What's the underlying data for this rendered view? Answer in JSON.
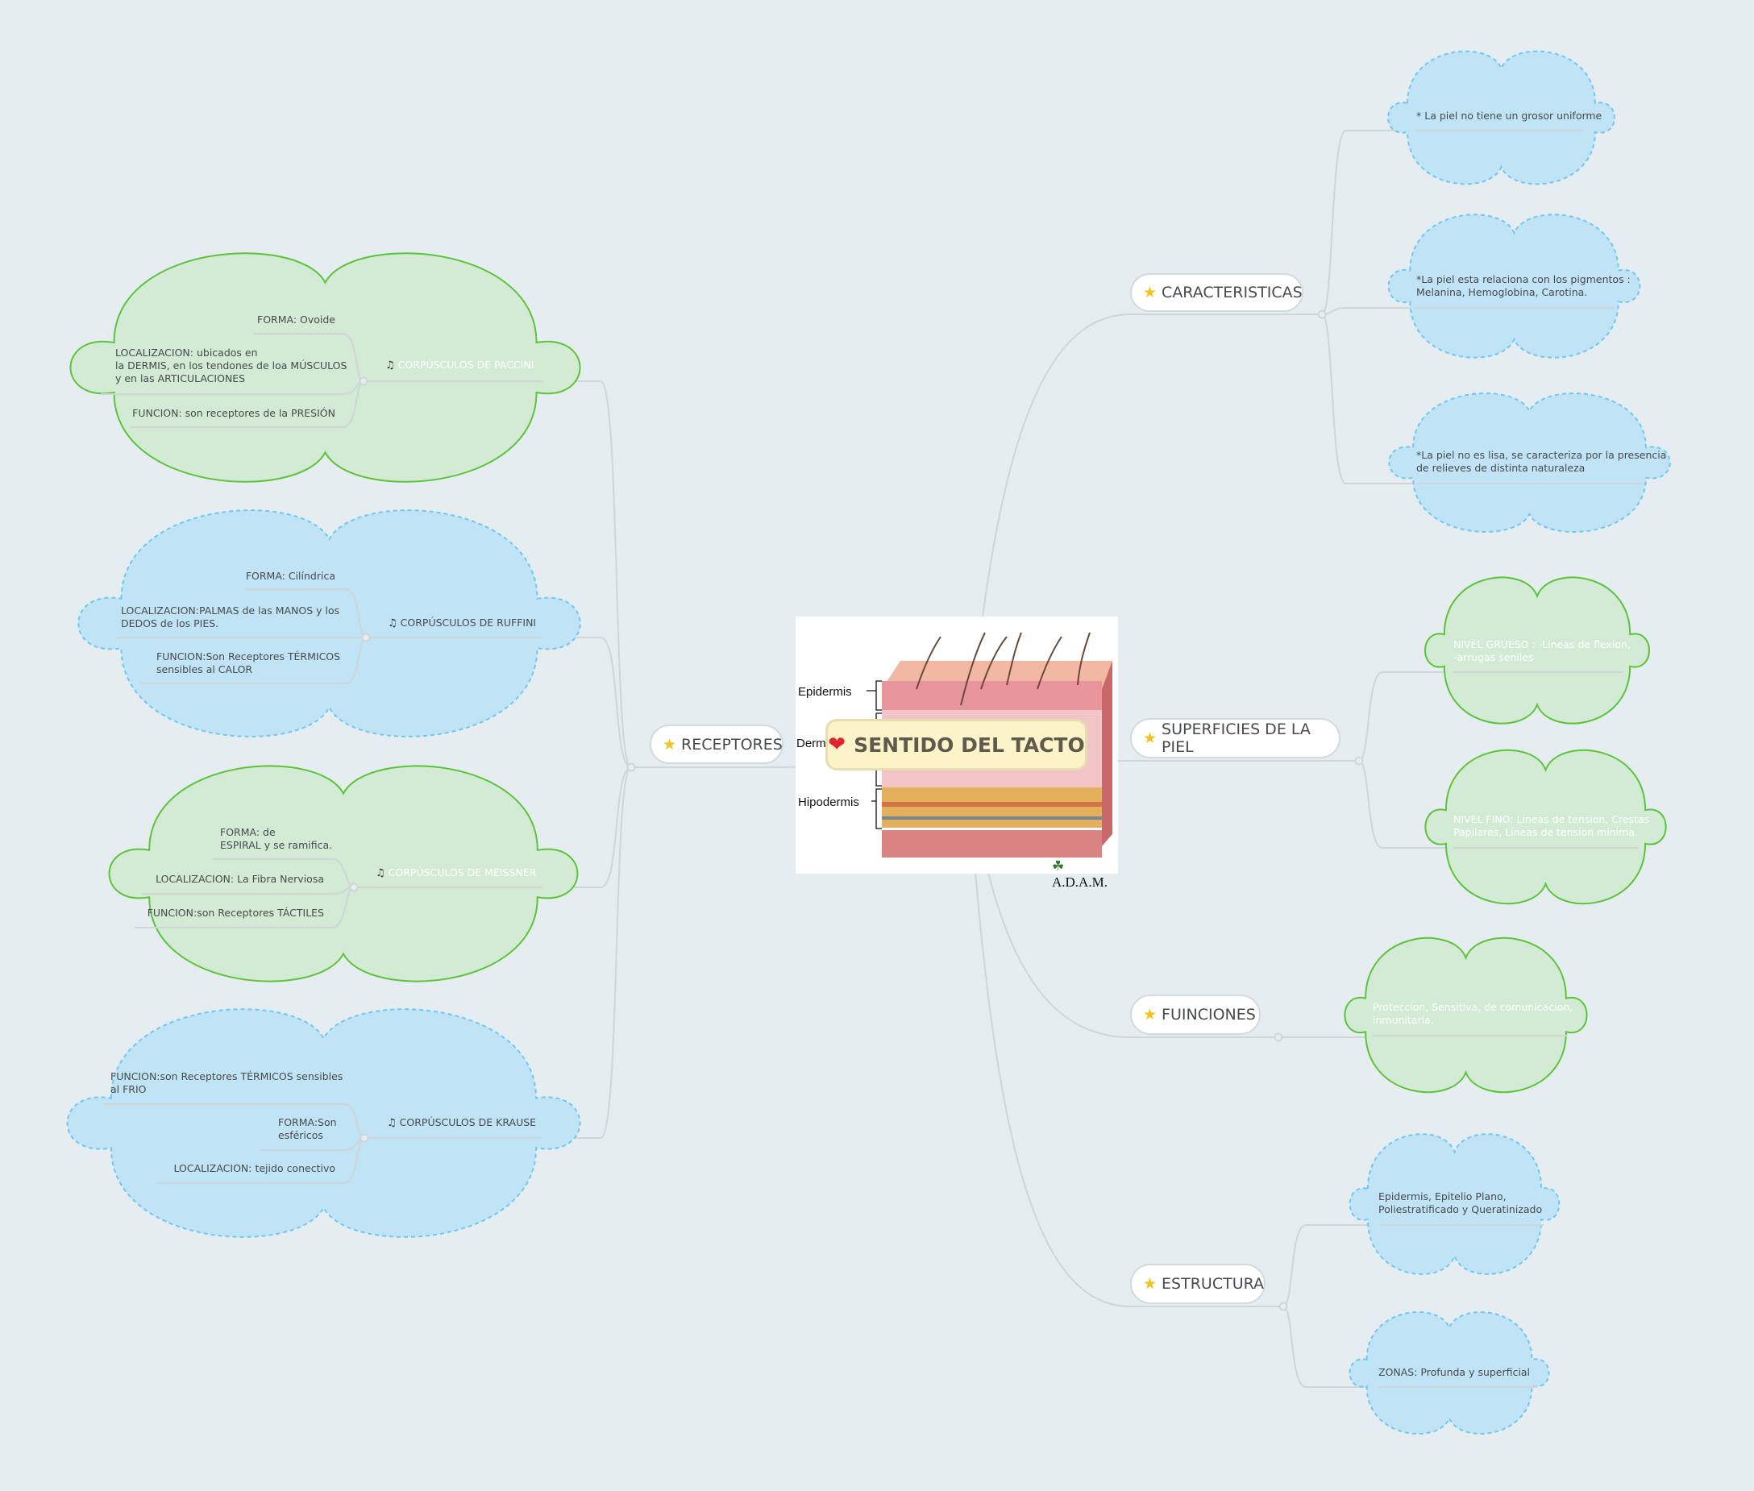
{
  "central": {
    "title": "SENTIDO DEL TACTO",
    "icon": "heart-icon"
  },
  "image": {
    "labels": {
      "epidermis": "Epidermis",
      "dermis": "Derm",
      "hipodermis": "Hipodermis"
    },
    "credit": "A.D.A.M."
  },
  "topics": {
    "receptores": {
      "label": "RECEPTORES"
    },
    "caracteristicas": {
      "label": "CARACTERISTICAS"
    },
    "superficies": {
      "label": "SUPERFICIES DE LA PIEL"
    },
    "funciones": {
      "label": "FUINCIONES"
    },
    "estructura": {
      "label": "ESTRUCTURA"
    }
  },
  "receptores": [
    {
      "label": "CORPÚSCULOS DE PACCINI",
      "items": [
        "FORMA: Ovoide",
        "LOCALIZACION: ubicados en\nla DERMIS, en los tendones de loa MÚSCULOS\ny en las ARTICULACIONES",
        "FUNCION:  son receptores de la PRESIÓN"
      ]
    },
    {
      "label": "CORPÚSCULOS DE RUFFINI",
      "items": [
        "FORMA: Cilíndrica",
        "LOCALIZACION:PALMAS de las MANOS y los\nDEDOS de los PIES.",
        "FUNCION:Son Receptores TÉRMICOS\nsensibles al CALOR"
      ]
    },
    {
      "label": "CORPÚSCULOS DE MEISSNER",
      "items": [
        "FORMA: de\nESPIRAL y se ramifica.",
        "LOCALIZACION: La Fibra Nerviosa",
        "FUNCION:son Receptores TÁCTILES"
      ]
    },
    {
      "label": "CORPÚSCULOS DE KRAUSE",
      "items": [
        "FUNCION:son Receptores TÉRMICOS sensibles\nal FRIO",
        "FORMA:Son\nesféricos",
        "LOCALIZACION: tejido conectivo"
      ]
    }
  ],
  "caracteristicas": [
    "* La piel no tiene un grosor uniforme",
    "*La piel esta relaciona con los pigmentos :\nMelanina, Hemoglobina, Carotina.",
    "*La piel no es lisa, se caracteriza por la presencia\nde relieves de distinta naturaleza"
  ],
  "superficies": [
    "NIVEL GRUESO : -Lineas de flexion,\n-arrugas seniles",
    "NIVEL FINO: Lineas de tension, Crestas\nPapilares, Lineas de tension minima."
  ],
  "funciones": [
    "Proteccion, Sensitiva, de comunicacion,\ninmunitaria."
  ],
  "estructura": [
    "Epidermis, Epitelio Plano,\nPoliestratificado y Queratinizado",
    "ZONAS: Profunda y superficial"
  ],
  "colors": {
    "background": "#e5edf0",
    "green_fill": "#d3ead5",
    "green_stroke": "#5cc43a",
    "blue_fill": "#c0e3f5",
    "blue_stroke": "#6ec8f5",
    "central_fill": "#fdf3c8",
    "connector": "#d0d5d8"
  }
}
